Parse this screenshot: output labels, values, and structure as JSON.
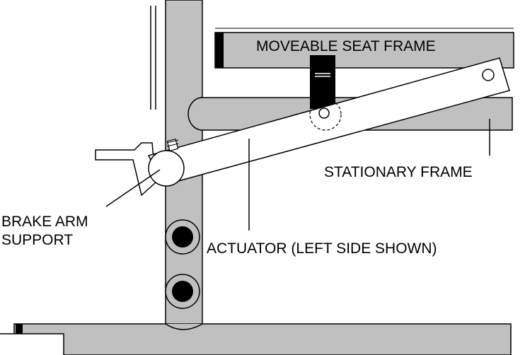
{
  "labels": {
    "moveable_seat_frame": "MOVEABLE SEAT FRAME",
    "stationary_frame": "STATIONARY FRAME",
    "brake_arm_support_line1": "BRAKE ARM",
    "brake_arm_support_line2": "SUPPORT",
    "actuator": "ACTUATOR (LEFT SIDE SHOWN)"
  },
  "colors": {
    "frame_gray": "#c0c0c0",
    "outline": "#000000",
    "white": "#ffffff"
  }
}
